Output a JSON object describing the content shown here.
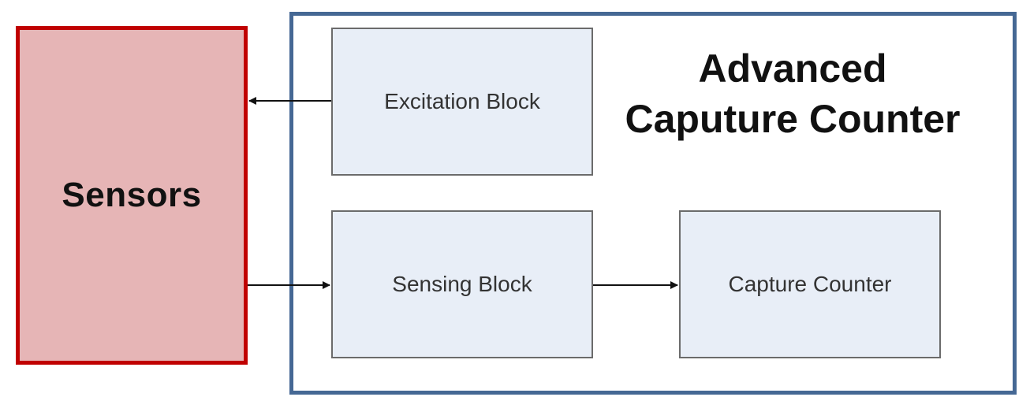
{
  "sensors": {
    "label": "Sensors"
  },
  "acc": {
    "title_line1": "Advanced",
    "title_line2": "Caputure Counter"
  },
  "blocks": {
    "excitation": "Excitation Block",
    "sensing": "Sensing Block",
    "capture": "Capture Counter"
  },
  "colors": {
    "sensors_fill": "#e6b5b6",
    "sensors_border": "#c00000",
    "container_border": "#456894",
    "block_fill": "#e8eef7",
    "block_border": "#6b6b6b"
  }
}
